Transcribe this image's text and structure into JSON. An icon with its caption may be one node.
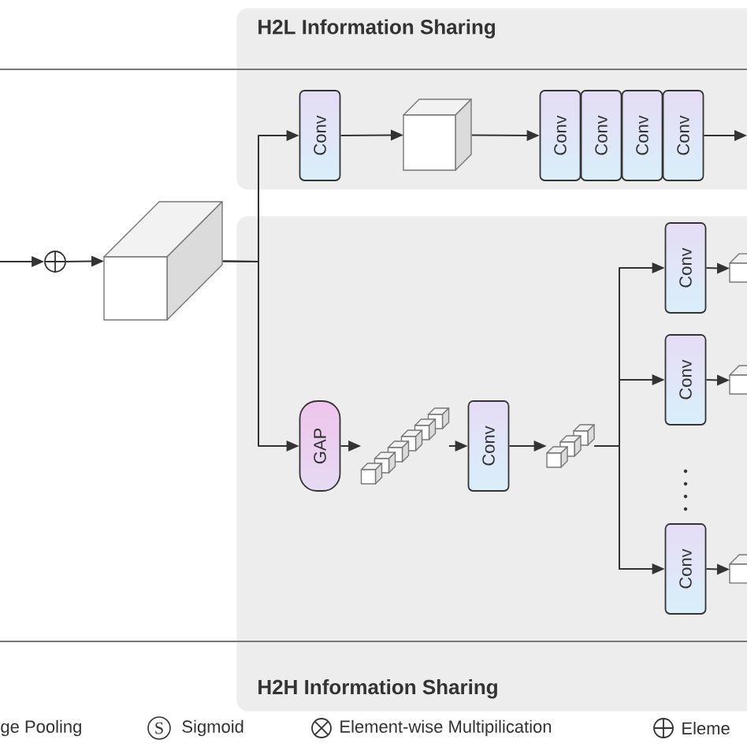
{
  "diagram": {
    "nodes": [
      {
        "text": [
          "H2L Information Sharing"
        ]
      },
      {
        "text": [
          "H2H Information Sharing"
        ]
      },
      {
        "text": [],
        "shape": "circle"
      },
      {
        "text": [],
        "shape": "box"
      },
      {
        "text": [
          "Conv"
        ],
        "in": 0
      },
      {
        "text": [],
        "shape": "box",
        "in": 0
      },
      {
        "text": [
          "Conv"
        ],
        "in": 0
      },
      {
        "text": [
          "Conv"
        ],
        "in": 0
      },
      {
        "text": [
          "Conv"
        ],
        "in": 0
      },
      {
        "text": [
          "Conv"
        ],
        "in": 0
      },
      {
        "text": [
          "GAP"
        ],
        "in": 1
      },
      {
        "text": [],
        "shape": "box",
        "in": 1
      },
      {
        "text": [
          "Conv"
        ],
        "in": 1
      },
      {
        "text": [],
        "shape": "box",
        "in": 1
      },
      {
        "text": [
          "Conv"
        ],
        "in": 1
      },
      {
        "text": [
          "Conv"
        ],
        "in": 1
      },
      {
        "text": [
          "Conv"
        ],
        "in": 1
      },
      {
        "text": [],
        "shape": "box",
        "in": 1
      },
      {
        "text": [],
        "shape": "box",
        "in": 1
      },
      {
        "text": [],
        "shape": "box",
        "in": 1
      }
    ],
    "edges": [
      {
        "from": null,
        "to": 2,
        "arrow": "to"
      },
      {
        "from": 2,
        "to": 3,
        "arrow": "to"
      },
      {
        "from": 3,
        "to": 4,
        "arrow": "to"
      },
      {
        "from": 3,
        "to": 10,
        "arrow": "to"
      },
      {
        "from": 4,
        "to": 5,
        "arrow": "to"
      },
      {
        "from": 5,
        "to": 6,
        "arrow": "to"
      },
      {
        "from": 9,
        "to": null,
        "arrow": "to"
      },
      {
        "from": 10,
        "to": 11,
        "arrow": "to"
      },
      {
        "from": 11,
        "to": 12,
        "arrow": "to"
      },
      {
        "from": 12,
        "to": 13,
        "arrow": "to"
      },
      {
        "from": 13,
        "to": 14,
        "arrow": "to"
      },
      {
        "from": 13,
        "to": 15,
        "arrow": "to"
      },
      {
        "from": 13,
        "to": 16,
        "arrow": "to"
      },
      {
        "from": 14,
        "to": 17,
        "arrow": "to"
      },
      {
        "from": 15,
        "to": 18,
        "arrow": "to"
      },
      {
        "from": 16,
        "to": 19,
        "arrow": "to"
      }
    ],
    "labels": [
      "ge Pooling",
      "S"
    ],
    "legend": [
      {
        "text": "Sigmoid"
      },
      {
        "text": "Element-wise Multipilication"
      },
      {
        "text": "Eleme"
      }
    ]
  }
}
